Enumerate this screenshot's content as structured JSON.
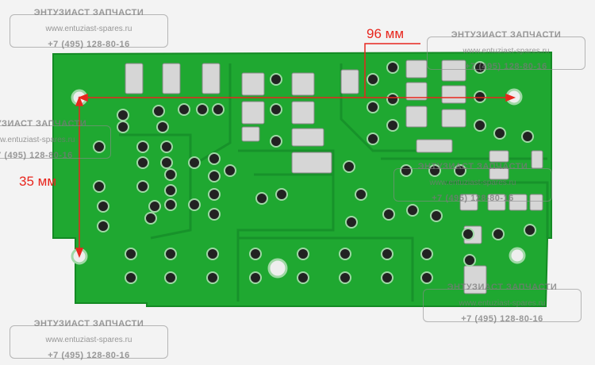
{
  "watermark": {
    "company": "ЭНТУЗИАСТ ЗАПЧАСТИ",
    "website": "www.entuziast-spares.ru",
    "phone": "+7 (495) 128-80-16"
  },
  "dimensions": {
    "width_label": "96 мм",
    "height_label": "35 мм"
  },
  "colors": {
    "board": "#1fa831",
    "dimension": "#e8261e"
  }
}
